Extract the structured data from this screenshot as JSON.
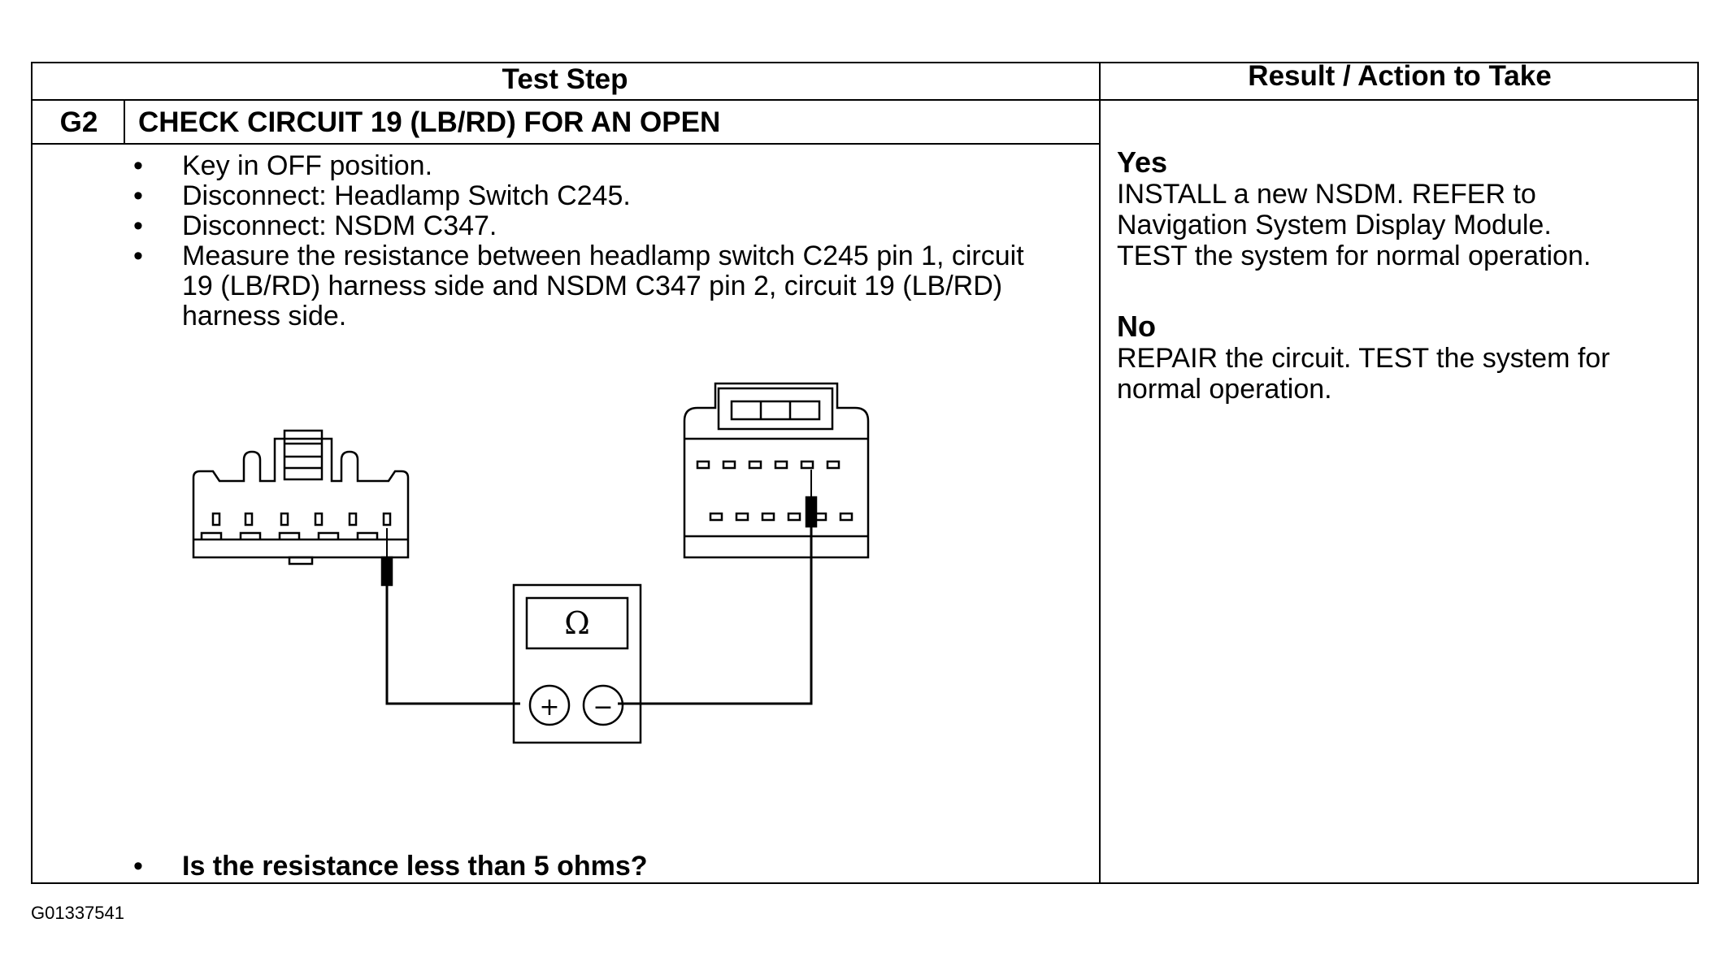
{
  "table": {
    "header_step": "Test Step",
    "header_result": "Result / Action to Take",
    "step_id": "G2",
    "step_title": "CHECK CIRCUIT 19 (LB/RD) FOR AN OPEN",
    "bullet_char": "•",
    "bullets": [
      "Key in OFF position.",
      "Disconnect: Headlamp Switch C245.",
      "Disconnect: NSDM C347.",
      "Measure the resistance between headlamp switch C245 pin 1, circuit 19 (LB/RD) harness side and NSDM C347 pin 2, circuit 19 (LB/RD) harness side."
    ],
    "question": "Is the resistance less than 5 ohms?",
    "results": [
      {
        "label": "Yes",
        "lines": [
          "INSTALL a new NSDM. REFER to",
          "Navigation System Display Module.",
          "TEST the system for normal operation."
        ]
      },
      {
        "label": "No",
        "lines": [
          "REPAIR the circuit. TEST the system for",
          "normal operation."
        ]
      }
    ]
  },
  "diagram": {
    "meter_symbol": "Ω",
    "plus_symbol": "+",
    "minus_symbol": "−",
    "icons": [
      "headlamp-switch-connector-icon",
      "nsdm-connector-icon",
      "ohmmeter-icon"
    ]
  },
  "figure_id": "G01337541"
}
